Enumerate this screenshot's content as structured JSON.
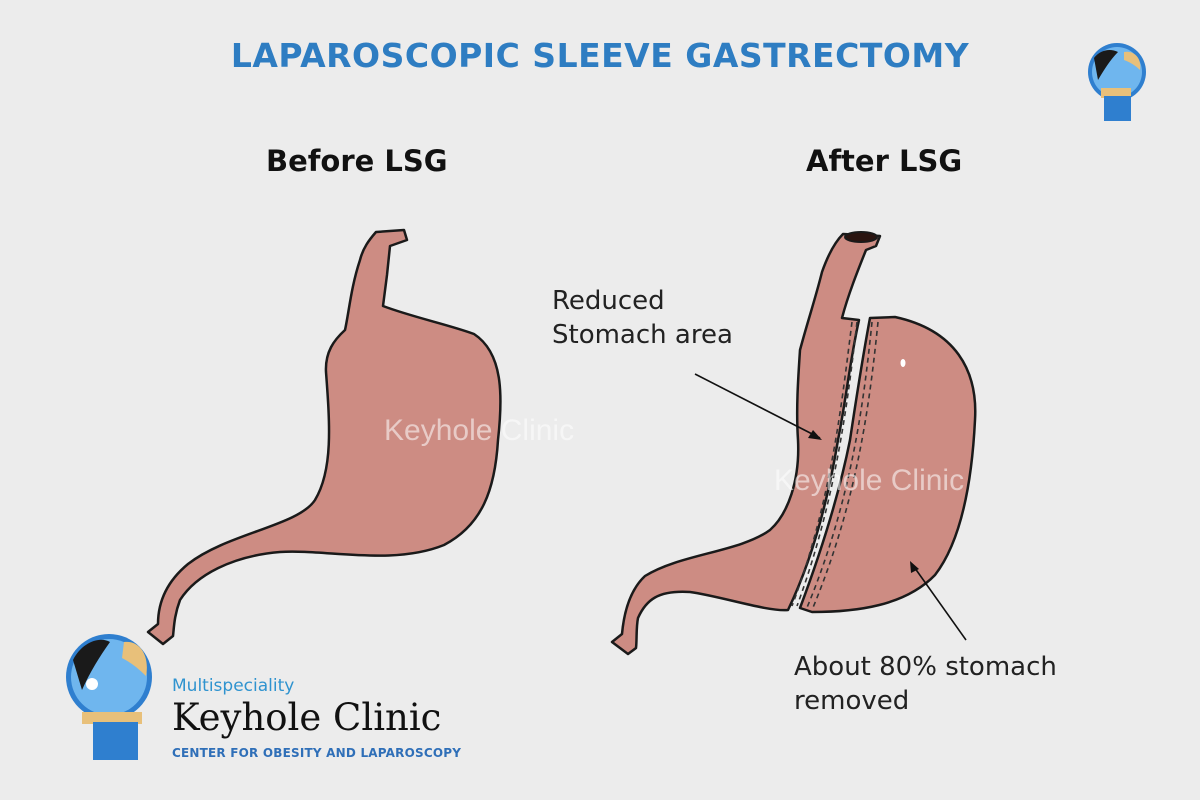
{
  "title": "LAPAROSCOPIC SLEEVE GASTRECTOMY",
  "before": {
    "heading": "Before LSG",
    "watermark": "Keyhole Clinic"
  },
  "after": {
    "heading": "After LSG",
    "watermark": "Keyhole Clinic",
    "annotation_reduced": {
      "line1": "Reduced",
      "line2": "Stomach area"
    },
    "annotation_removed": {
      "line1": "About 80% stomach",
      "line2": "removed"
    }
  },
  "brand": {
    "multispeciality": "Multispeciality",
    "name": "Keyhole Clinic",
    "tagline": "CENTER FOR OBESITY AND LAPAROSCOPY"
  },
  "colors": {
    "title": "#2e7dc2",
    "stomach_fill": "#cd8c83",
    "stomach_outline": "#1a1a1a",
    "logo_blue": "#2f7fcf"
  }
}
